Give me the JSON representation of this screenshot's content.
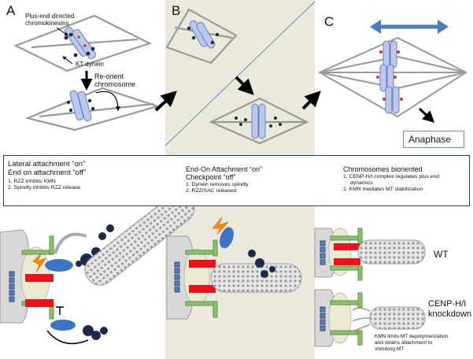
{
  "panels": {
    "a": "A",
    "b": "B",
    "c": "C"
  },
  "panel_a": {
    "kinesin_label_line1": "Plus-end directed",
    "kinesin_label_line2": "chromokinesins",
    "dynein_label": "KT dynein",
    "reorient_line1": "Re-orient",
    "reorient_line2": "chromosome"
  },
  "anaphase_label": "Anaphase",
  "banner": {
    "left": {
      "title1": "Lateral attachment “on”",
      "title2": "End on attachment “off”",
      "items": [
        "1. RZZ inhibits KMN",
        "2. Spindly inhibits RZZ release"
      ]
    },
    "middle": {
      "title1": "End-On Attachment “on”",
      "title2": "Checkpoint “off”",
      "items": [
        "1. Dynein removes spindly",
        "2. RZZ/SAC released"
      ]
    },
    "right": {
      "title1": "Chromosomes bioriented",
      "items": [
        "1. CENP-H/I complex regulates plus end",
        "dynamics",
        "2. KMN mediates MT stabilization"
      ]
    }
  },
  "labels": {
    "wt": "WT",
    "knockdown_line1": "CENP-H/I",
    "knockdown_line2": "knockdown",
    "kmn_note1": "KMN limits MT depolymerization",
    "kmn_note2": "and retains attachment to",
    "kmn_note3": "shrinking MT"
  },
  "colors": {
    "banner_border": "#1f3d7a",
    "arrow_blue": "#4a7cc0",
    "panel_b_bg": "#ebe9dc",
    "red": "#e8131b",
    "green": "#8cc16d",
    "chromosome": "#b9c8ec",
    "microtubule": "#9a9a9a",
    "dynein": "#1b2a4a",
    "spindly": "#3b74c4"
  }
}
